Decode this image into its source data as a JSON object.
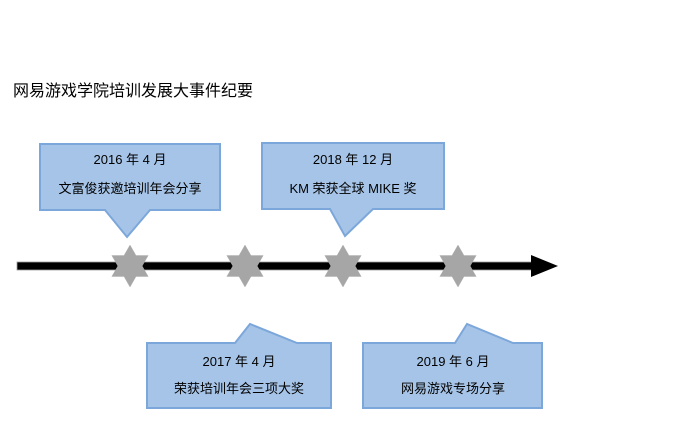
{
  "title": "网易游戏学院培训发展大事件纪要",
  "colors": {
    "callout_fill": "#A6C4E7",
    "callout_border": "#7CA7DA",
    "star_fill": "#A6A6A6",
    "timeline_color": "#000000"
  },
  "events": [
    {
      "date": "2016 年 4 月",
      "description": "文富俊获邀培训年会分享",
      "side": "above"
    },
    {
      "date": "2018 年 12 月",
      "description": "KM 荣获全球 MIKE 奖",
      "side": "above"
    },
    {
      "date": "2017 年 4 月",
      "description": "荣获培训年会三项大奖",
      "side": "below"
    },
    {
      "date": "2019 年 6 月",
      "description": "网易游戏专场分享",
      "side": "below"
    }
  ]
}
